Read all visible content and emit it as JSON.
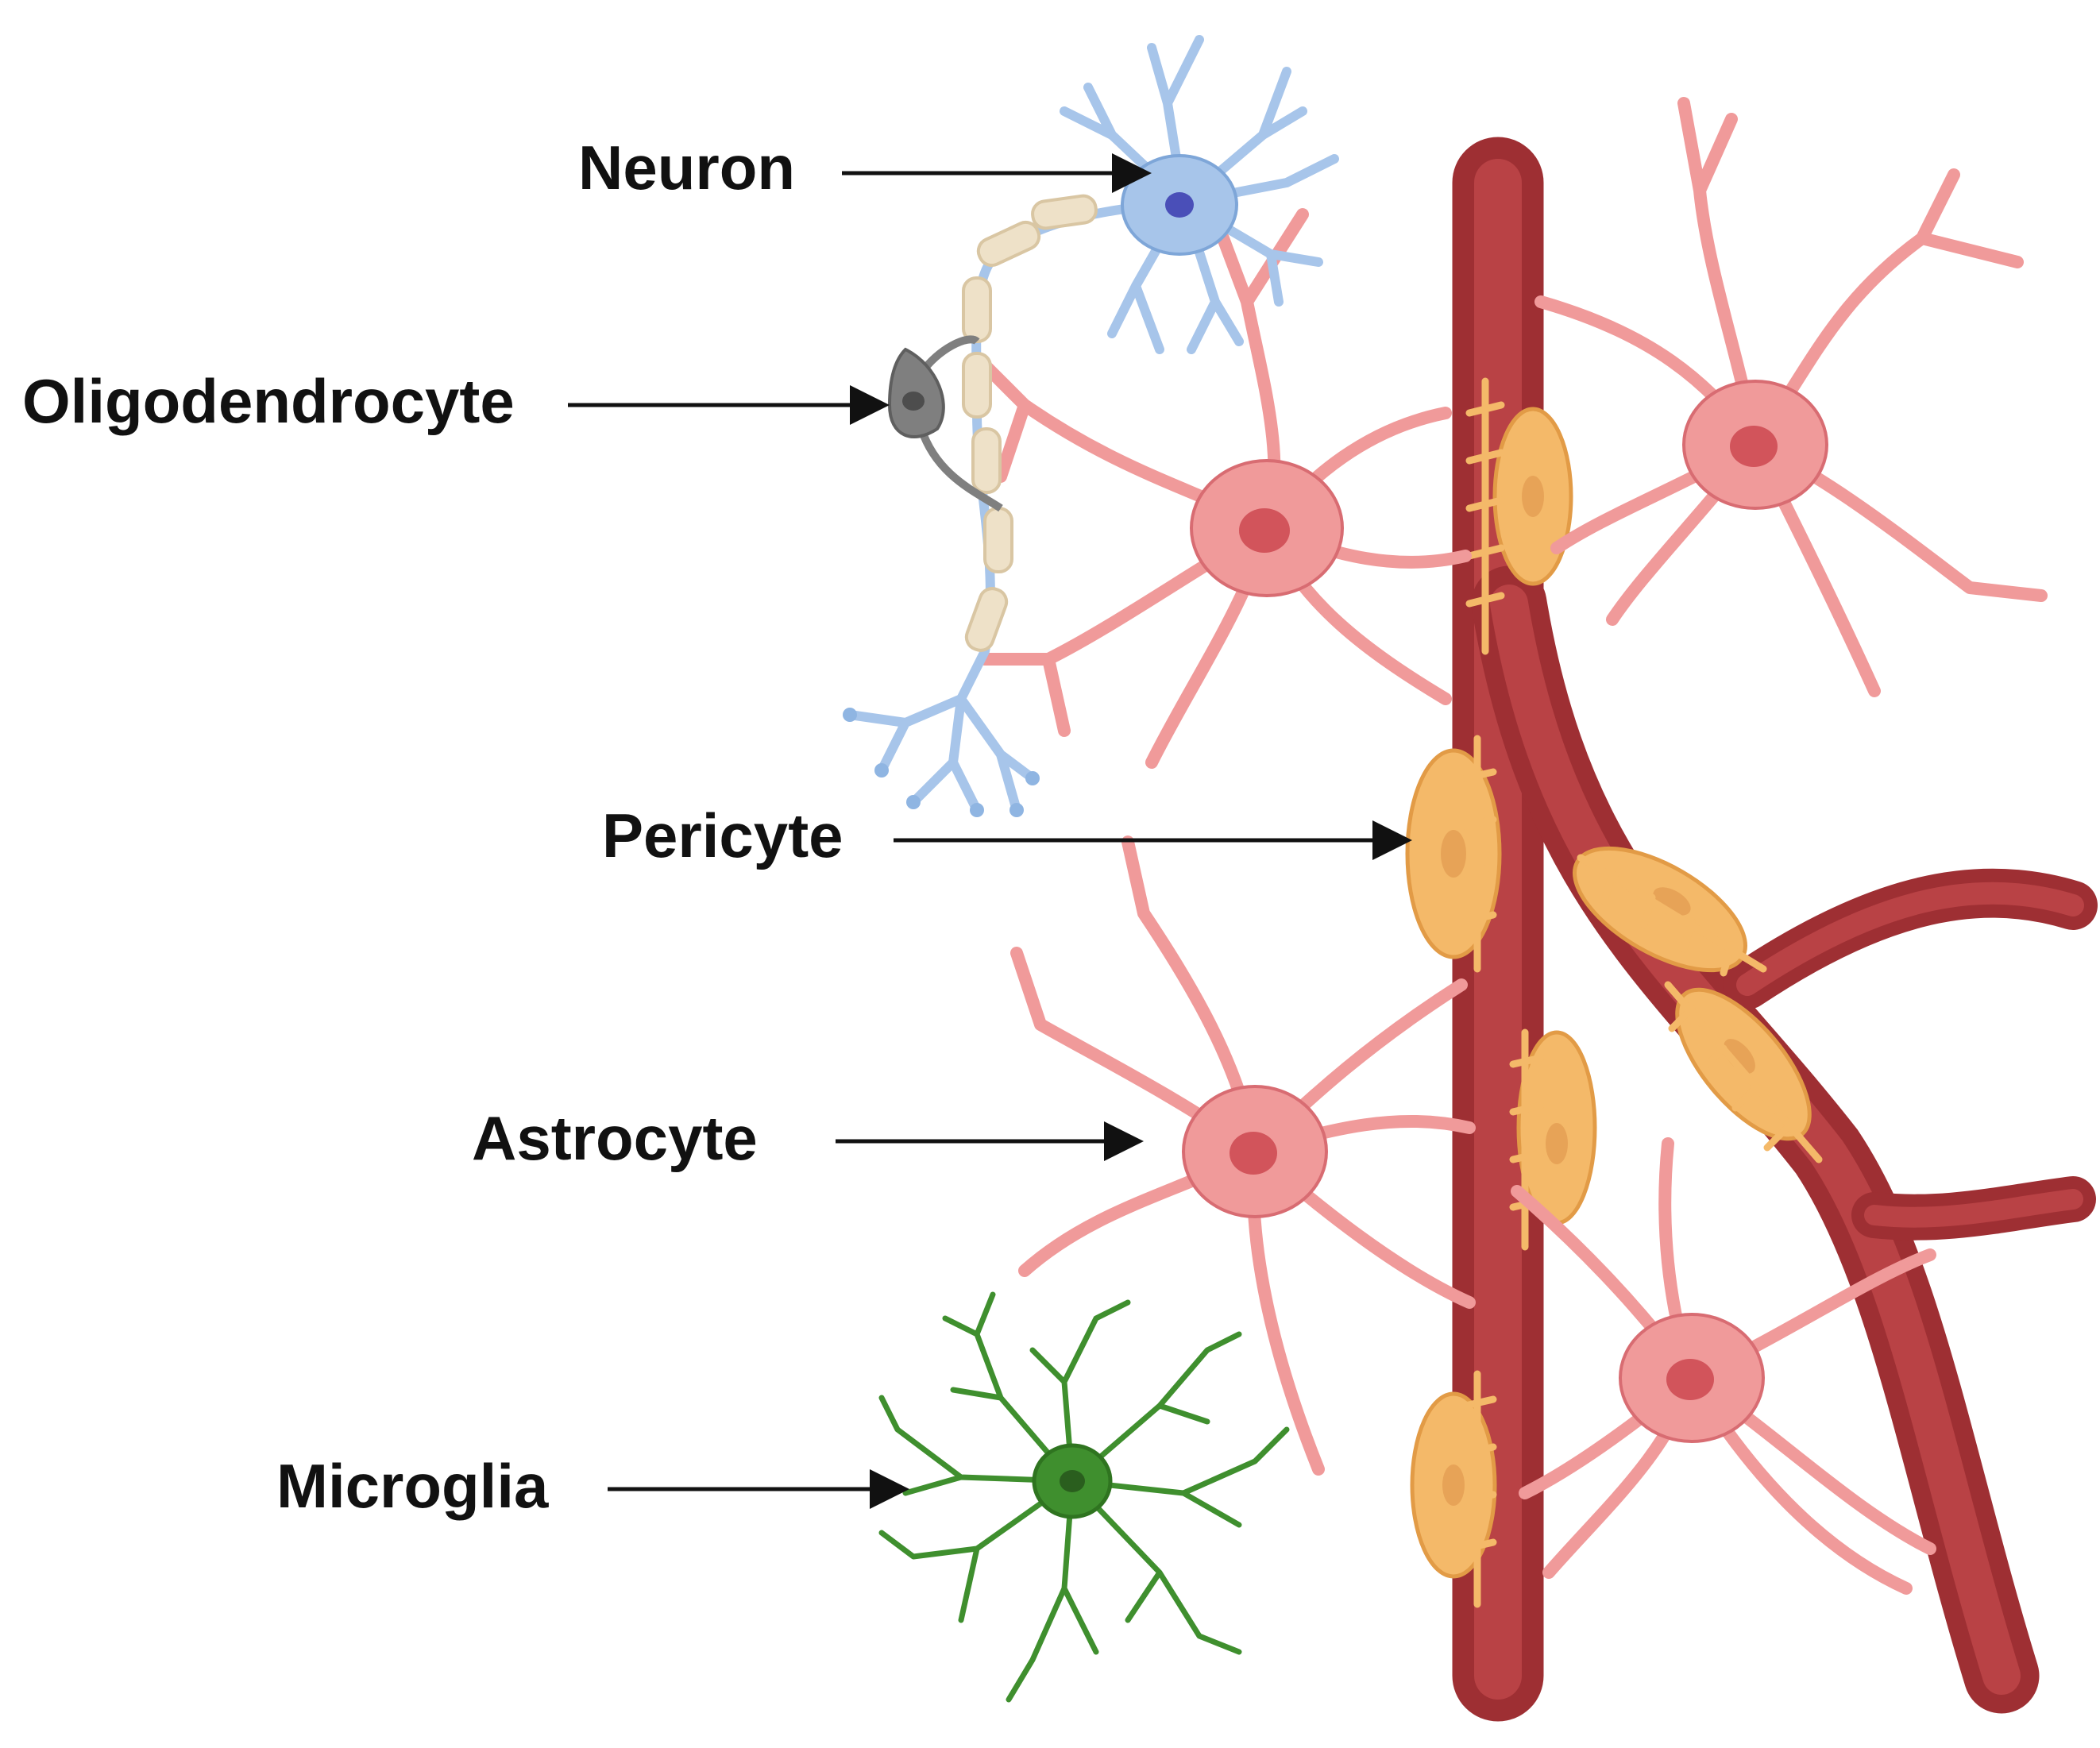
{
  "labels": {
    "neuron": "Neuron",
    "oligodendrocyte": "Oligodendrocyte",
    "pericyte": "Pericyte",
    "astrocyte": "Astrocyte",
    "microglia": "Microglia"
  },
  "colors": {
    "vessel_outer": "#9e2f33",
    "vessel_inner": "#b94245",
    "astrocyte": "#f09a9a",
    "astrocyte_stroke": "#d86c72",
    "astrocyte_nucleus": "#d2545b",
    "pericyte": "#f4b969",
    "pericyte_stroke": "#e29b46",
    "neuron": "#a7c5ea",
    "neuron_stroke": "#7ea6d8",
    "neuron_nucleus": "#4a4fb8",
    "myelin": "#eee1c8",
    "oligodendrocyte": "#7f7f7f",
    "microglia": "#3f8f2e",
    "arrow": "#111111"
  },
  "icons": [
    "neuron-icon",
    "oligodendrocyte-icon",
    "pericyte-icon",
    "astrocyte-icon",
    "microglia-icon",
    "blood-vessel-icon"
  ]
}
